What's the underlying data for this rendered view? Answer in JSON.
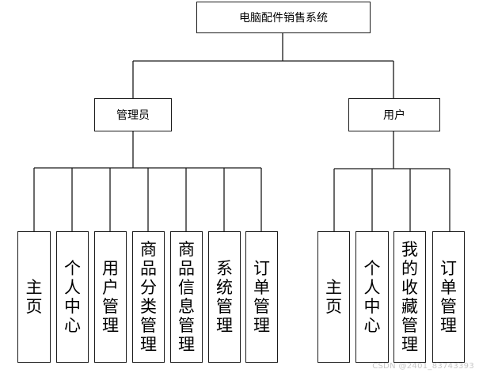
{
  "root": {
    "label": "电脑配件销售系统"
  },
  "groups": [
    {
      "label": "管理员",
      "children": [
        "主页",
        "个人中心",
        "用户管理",
        "商品分类管理",
        "商品信息管理",
        "系统管理",
        "订单管理"
      ]
    },
    {
      "label": "用户",
      "children": [
        "主页",
        "个人中心",
        "我的收藏管理",
        "订单管理"
      ]
    }
  ],
  "watermark": "CSDN @2401_83743393"
}
